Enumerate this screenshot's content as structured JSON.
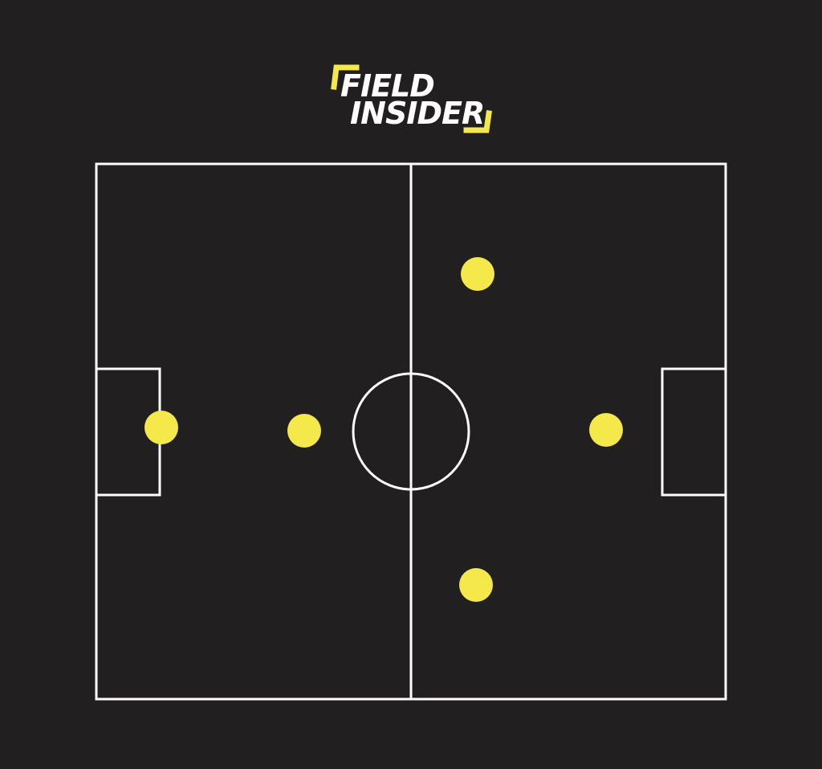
{
  "colors": {
    "background": "#211f1f",
    "lines": "#ffffff",
    "player": "#f4e84a",
    "logo_accent": "#f4e84a",
    "logo_text": "#ffffff"
  },
  "logo": {
    "line1": "FIELD",
    "line2": "INSIDER"
  },
  "pitch": {
    "orientation": "horizontal",
    "markings": [
      "halfway-line",
      "center-circle",
      "left-goal-box",
      "right-goal-box"
    ]
  },
  "players": [
    {
      "id": "goalkeeper",
      "role": "goalkeeper"
    },
    {
      "id": "defender",
      "role": "defender"
    },
    {
      "id": "top-midfielder",
      "role": "wide player"
    },
    {
      "id": "bottom-midfielder",
      "role": "wide player"
    },
    {
      "id": "forward",
      "role": "forward"
    }
  ]
}
